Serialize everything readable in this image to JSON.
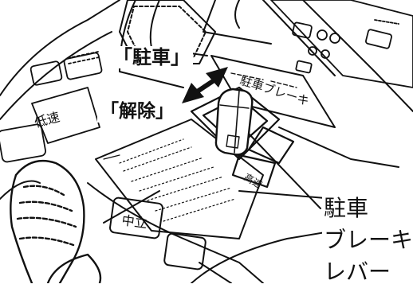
{
  "labels": {
    "park": "「駐車」",
    "release": "「解除」"
  },
  "callout": {
    "line1": "駐車",
    "line2": "ブレーキ",
    "line3": "レバー"
  },
  "panel_text": {
    "brake_plate": "駐車ブレーキ",
    "neutral": "中立",
    "hi_low": "高速",
    "low": "低速"
  },
  "colors": {
    "ink": "#111111",
    "paper": "#ffffff"
  },
  "icons": [
    "double-arrow-icon",
    "leader-line-icon"
  ]
}
